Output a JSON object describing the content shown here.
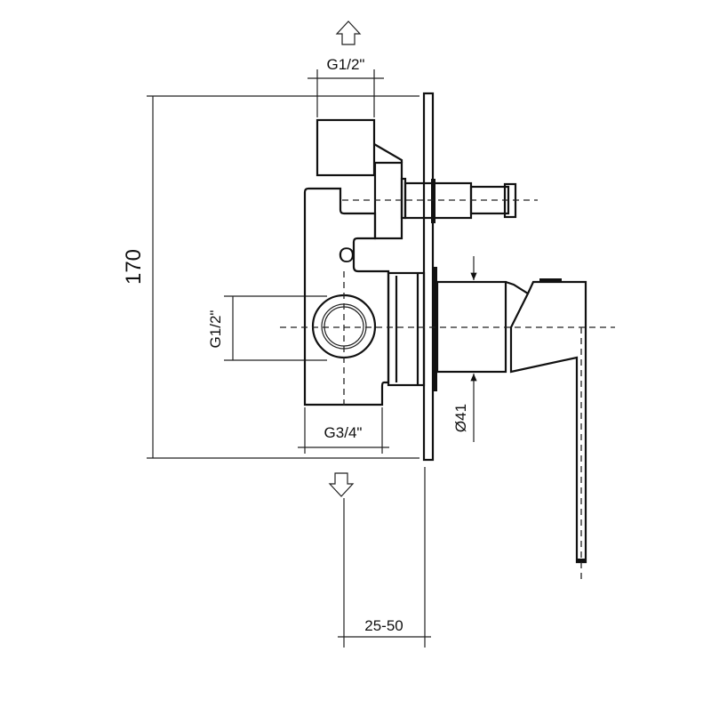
{
  "drawing": {
    "dimensions": {
      "top_outlet_thread": "G1/2\"",
      "overall_height": "170",
      "side_inlet_thread": "G1/2\"",
      "bottom_outlet_thread": "G3/4\"",
      "handle_diameter": "Ø41",
      "wall_depth_range": "25-50"
    },
    "markings": {
      "body_letter": "O"
    }
  }
}
